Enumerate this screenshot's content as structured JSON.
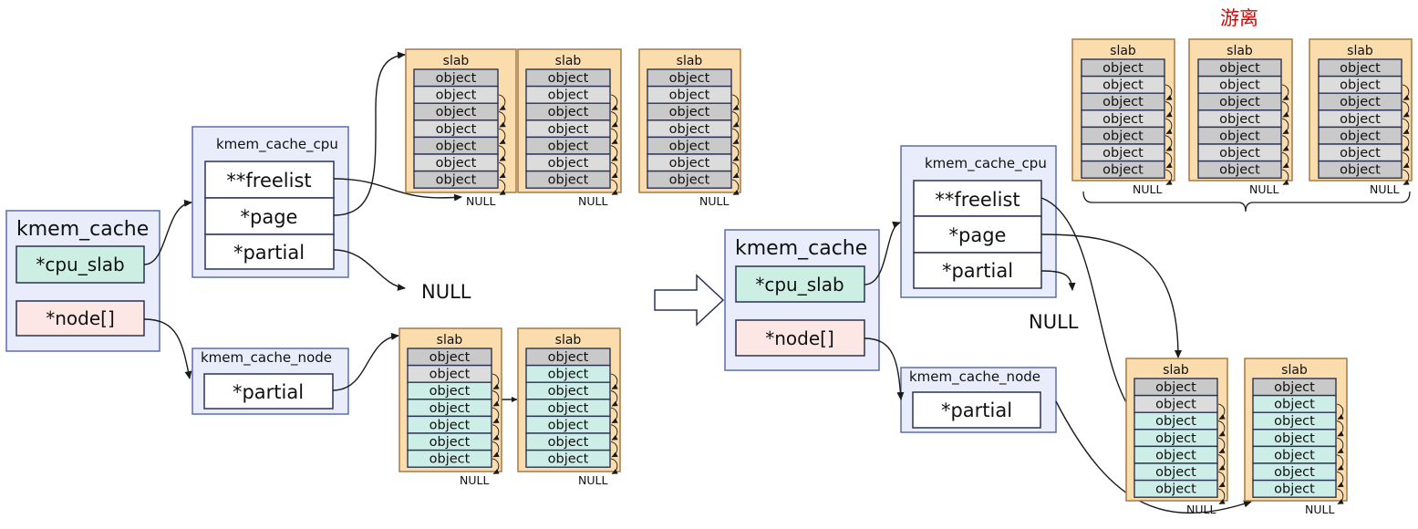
{
  "labels": {
    "kmem_cache": "kmem_cache",
    "cpu_slab": "*cpu_slab",
    "node": "*node[]",
    "kmem_cache_cpu": "kmem_cache_cpu",
    "freelist": "**freelist",
    "page": "*page",
    "partial": "*partial",
    "kmem_cache_node": "kmem_cache_node",
    "slab": "slab",
    "object": "object",
    "null": "NULL",
    "floating": "游离"
  },
  "colors": {
    "container_fill": "#e9ecfb",
    "container_border": "#5b6fa8",
    "cpu_slab_fill": "#cdeee2",
    "node_fill": "#fde7e4",
    "slab_fill": "#fbdcac",
    "slab_border": "#a57a45",
    "object_used": "#c9c9c9",
    "object_light": "#dcdcdc",
    "object_free": "#cdeee6",
    "object_border": "#2b3355",
    "arrow": "#1a1a1a",
    "floating_label": "#e00000"
  },
  "slab_groups": [
    {
      "name": "left-cpu-slab-1",
      "objects": [
        "used",
        "used",
        "used",
        "used",
        "used",
        "used",
        "used"
      ]
    },
    {
      "name": "left-cpu-slab-2",
      "objects": [
        "used",
        "used",
        "used",
        "used",
        "used",
        "used",
        "used"
      ]
    },
    {
      "name": "left-cpu-slab-3",
      "objects": [
        "used",
        "used",
        "used",
        "used",
        "used",
        "used",
        "used"
      ]
    },
    {
      "name": "left-node-slab-1",
      "objects": [
        "used",
        "used",
        "free",
        "free",
        "free",
        "free",
        "free"
      ]
    },
    {
      "name": "left-node-slab-2",
      "objects": [
        "used",
        "free",
        "free",
        "free",
        "free",
        "free",
        "free"
      ]
    },
    {
      "name": "floating-slab-1",
      "objects": [
        "used",
        "used",
        "used",
        "used",
        "used",
        "used",
        "used"
      ]
    },
    {
      "name": "floating-slab-2",
      "objects": [
        "used",
        "used",
        "used",
        "used",
        "used",
        "used",
        "used"
      ]
    },
    {
      "name": "floating-slab-3",
      "objects": [
        "used",
        "used",
        "used",
        "used",
        "used",
        "used",
        "used"
      ]
    },
    {
      "name": "right-slab-1",
      "objects": [
        "used",
        "used",
        "free",
        "free",
        "free",
        "free",
        "free"
      ]
    },
    {
      "name": "right-slab-2",
      "objects": [
        "used",
        "free",
        "free",
        "free",
        "free",
        "free",
        "free"
      ]
    }
  ]
}
